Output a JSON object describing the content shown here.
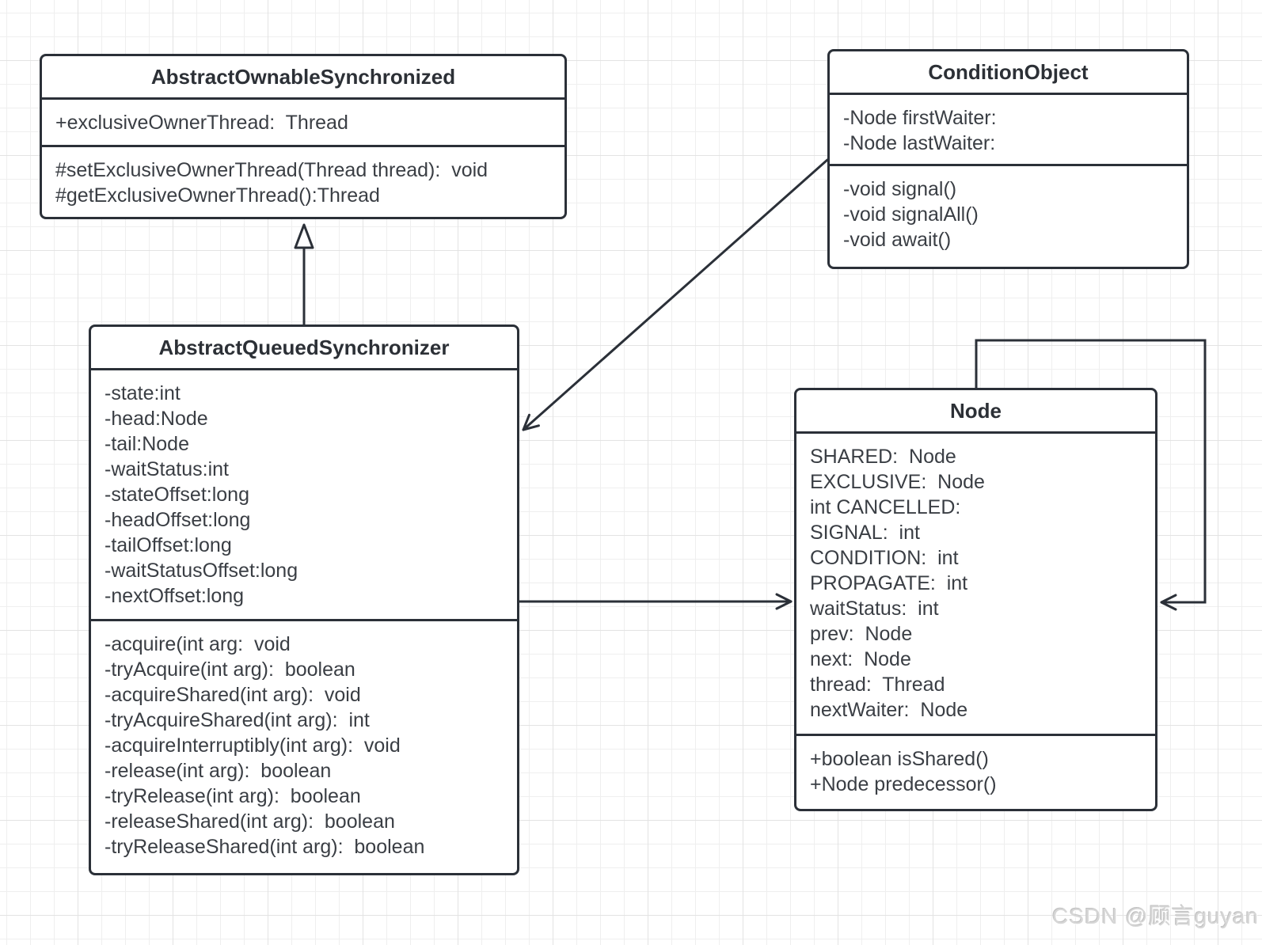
{
  "diagram": {
    "classes": {
      "aos": {
        "title": "AbstractOwnableSynchronized",
        "fields": [
          "+exclusiveOwnerThread:  Thread"
        ],
        "methods": [
          "#setExclusiveOwnerThread(Thread thread):  void",
          "#getExclusiveOwnerThread():Thread"
        ]
      },
      "condition": {
        "title": "ConditionObject",
        "fields": [
          "-Node firstWaiter:",
          "-Node lastWaiter:"
        ],
        "methods": [
          "-void signal()",
          "-void signalAll()",
          "-void await()"
        ]
      },
      "aqs": {
        "title": "AbstractQueuedSynchronizer",
        "fields": [
          "-state:int",
          "-head:Node",
          "-tail:Node",
          "-waitStatus:int",
          "-stateOffset:long",
          "-headOffset:long",
          "-tailOffset:long",
          "-waitStatusOffset:long",
          "-nextOffset:long"
        ],
        "methods": [
          "-acquire(int arg:  void",
          "-tryAcquire(int arg):  boolean",
          "-acquireShared(int arg):  void",
          "-tryAcquireShared(int arg):  int",
          "-acquireInterruptibly(int arg):  void",
          "-release(int arg):  boolean",
          "-tryRelease(int arg):  boolean",
          "-releaseShared(int arg):  boolean",
          "-tryReleaseShared(int arg):  boolean"
        ]
      },
      "node": {
        "title": "Node",
        "fields": [
          "SHARED:  Node",
          "EXCLUSIVE:  Node",
          "int CANCELLED:",
          "SIGNAL:  int",
          "CONDITION:  int",
          "PROPAGATE:  int",
          "waitStatus:  int",
          "prev:  Node",
          "next:  Node",
          "thread:  Thread",
          "nextWaiter:  Node"
        ],
        "methods": [
          "+boolean isShared()",
          "+Node predecessor()"
        ]
      }
    },
    "relations": [
      "AbstractQueuedSynchronizer --|> AbstractOwnableSynchronized (generalization)",
      "ConditionObject --> AbstractQueuedSynchronizer (association)",
      "AbstractQueuedSynchronizer --> Node (association)",
      "Node --> Node (self association)"
    ],
    "watermark": "CSDN @顾言guyan",
    "colors": {
      "line": "#2b3038",
      "text": "#3a3e44",
      "watermark": "#d6d6d6",
      "grid_minor": "#efefef",
      "grid_major": "#e3e3e3",
      "background": "#ffffff"
    }
  }
}
